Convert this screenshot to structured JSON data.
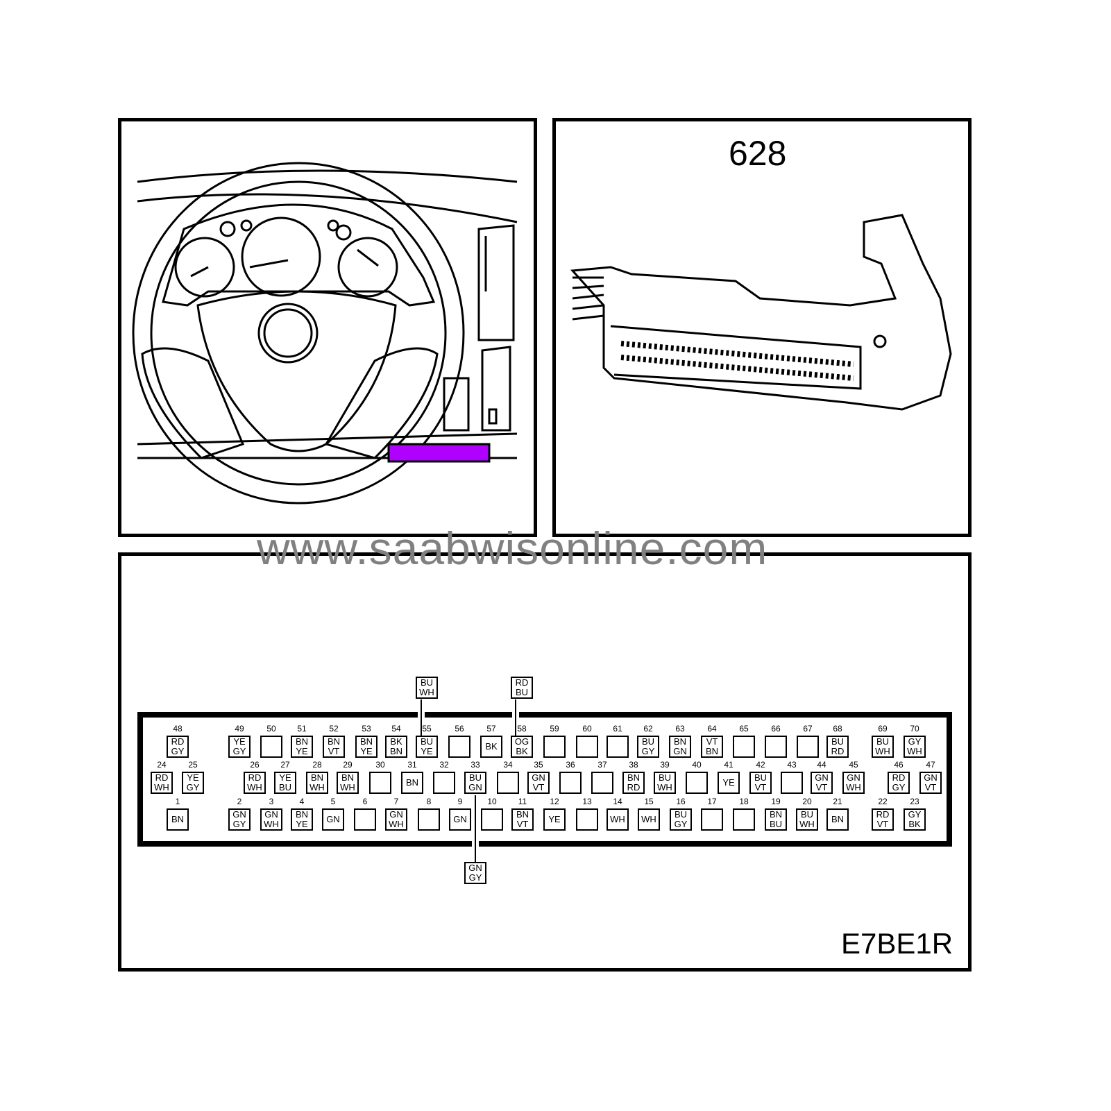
{
  "component_number": "628",
  "image_code": "E7BE1R",
  "watermark": "www.saabwisonline.com",
  "highlight_color": "#b000ff",
  "external_wires": {
    "above_55": [
      "BU",
      "WH"
    ],
    "above_58": [
      "RD",
      "BU"
    ],
    "below_33": [
      "GN",
      "GY"
    ]
  },
  "pins": {
    "1": [
      "BN"
    ],
    "2": [
      "GN",
      "GY"
    ],
    "3": [
      "GN",
      "WH"
    ],
    "4": [
      "BN",
      "YE"
    ],
    "5": [
      "GN"
    ],
    "6": [],
    "7": [
      "GN",
      "WH"
    ],
    "8": [],
    "9": [
      "GN"
    ],
    "10": [],
    "11": [
      "BN",
      "VT"
    ],
    "12": [
      "YE"
    ],
    "13": [],
    "14": [
      "WH"
    ],
    "15": [
      "WH"
    ],
    "16": [
      "BU",
      "GY"
    ],
    "17": [],
    "18": [],
    "19": [
      "BN",
      "BU"
    ],
    "20": [
      "BU",
      "WH"
    ],
    "21": [
      "BN"
    ],
    "22": [
      "RD",
      "VT"
    ],
    "23": [
      "GY",
      "BK"
    ],
    "24": [
      "RD",
      "WH"
    ],
    "25": [
      "YE",
      "GY"
    ],
    "26": [
      "RD",
      "WH"
    ],
    "27": [
      "YE",
      "BU"
    ],
    "28": [
      "BN",
      "WH"
    ],
    "29": [
      "BN",
      "WH"
    ],
    "30": [],
    "31": [
      "BN"
    ],
    "32": [],
    "33": [
      "BU",
      "GN"
    ],
    "34": [],
    "35": [
      "GN",
      "VT"
    ],
    "36": [],
    "37": [],
    "38": [
      "BN",
      "RD"
    ],
    "39": [
      "BU",
      "WH"
    ],
    "40": [],
    "41": [
      "YE"
    ],
    "42": [
      "BU",
      "VT"
    ],
    "43": [],
    "44": [
      "GN",
      "VT"
    ],
    "45": [
      "GN",
      "WH"
    ],
    "46": [
      "RD",
      "GY"
    ],
    "47": [
      "GN",
      "VT"
    ],
    "48": [
      "RD",
      "GY"
    ],
    "49": [
      "YE",
      "GY"
    ],
    "50": [],
    "51": [
      "BN",
      "YE"
    ],
    "52": [
      "BN",
      "VT"
    ],
    "53": [
      "BN",
      "YE"
    ],
    "54": [
      "BK",
      "BN"
    ],
    "55": [
      "BU",
      "YE"
    ],
    "56": [],
    "57": [
      "BK"
    ],
    "58": [
      "OG",
      "BK"
    ],
    "59": [],
    "60": [],
    "61": [],
    "62": [
      "BU",
      "GY"
    ],
    "63": [
      "BN",
      "GN"
    ],
    "64": [
      "VT",
      "BN"
    ],
    "65": [],
    "66": [],
    "67": [],
    "68": [
      "BU",
      "RD"
    ],
    "69": [
      "BU",
      "WH"
    ],
    "70": [
      "GY",
      "WH"
    ]
  }
}
